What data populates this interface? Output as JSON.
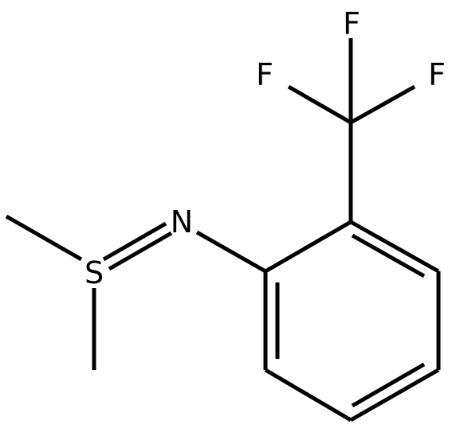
{
  "structure": {
    "atoms": {
      "fluorine_top": "F",
      "fluorine_left": "F",
      "fluorine_right": "F",
      "nitrogen": "N",
      "sulfur": "S"
    },
    "colors": {
      "bond": "#000000",
      "label": "#000000",
      "background": "#ffffff"
    }
  }
}
